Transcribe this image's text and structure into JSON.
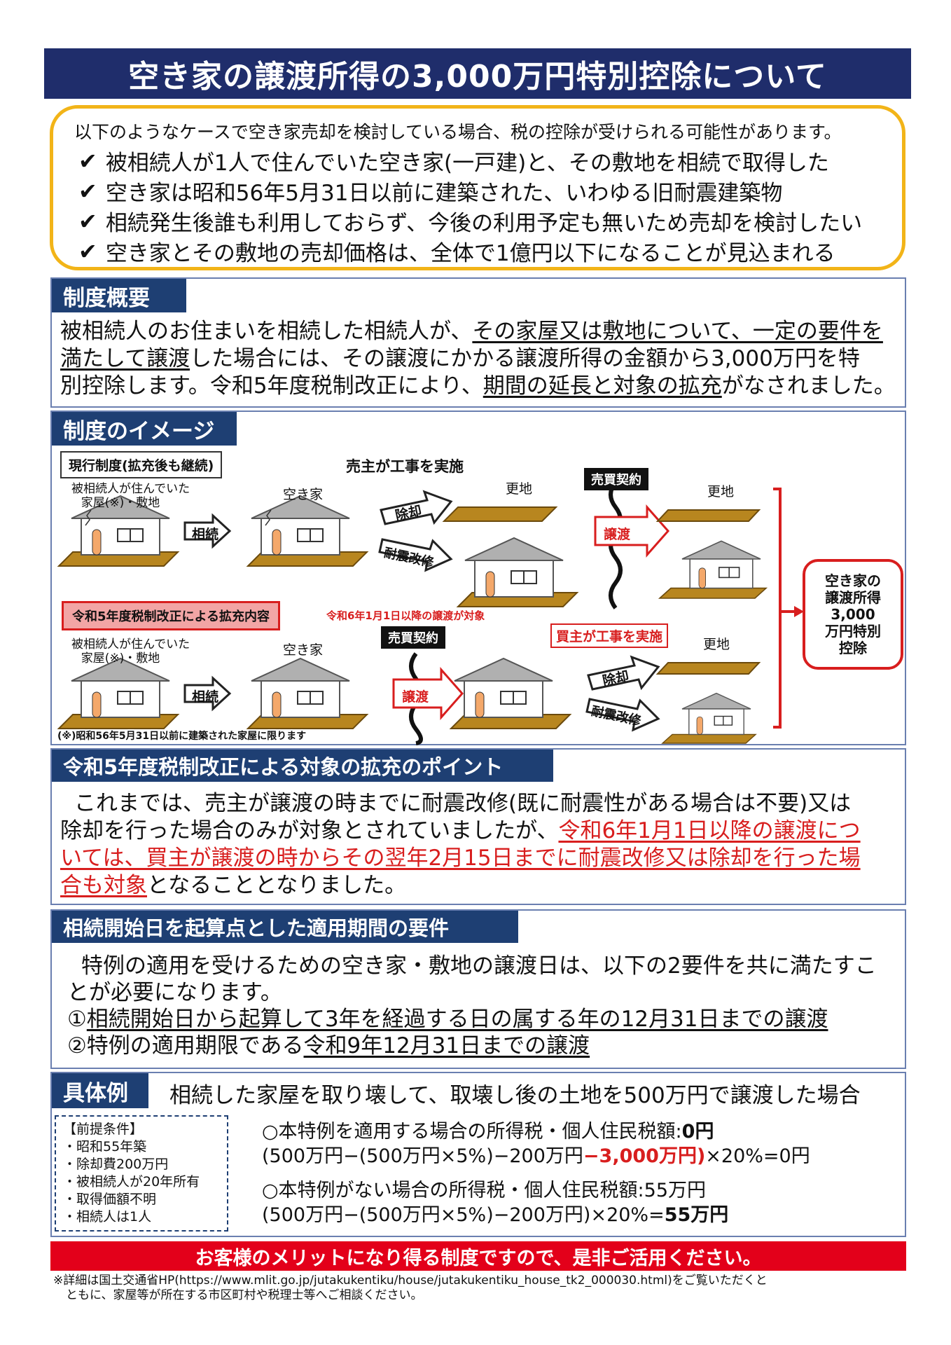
{
  "title": "空き家の譲渡所得の3,000万円特別控除について",
  "cases": {
    "intro": "以下のようなケースで空き家売却を検討している場合、税の控除が受けられる可能性があります。",
    "check_icon": "check-mark",
    "items": [
      "被相続人が1人で住んでいた空き家(一戸建)と、その敷地を相続で取得した",
      "空き家は昭和56年5月31日以前に建築された、いわゆる旧耐震建築物",
      "相続発生後誰も利用しておらず、今後の利用予定も無いため売却を検討したい",
      "空き家とその敷地の売却価格は、全体で1億円以下になることが見込まれる"
    ]
  },
  "overview": {
    "heading": "制度概要",
    "p1": "被相続人のお住まいを相続した相続人が、",
    "p1_u1": "その家屋又は敷地について、一定の要件を",
    "p2_u": "満たして譲渡",
    "p2": "した場合には、その譲渡にかかる譲渡所得の金額から3,000万円を特",
    "p3a": "別控除します。令和5年度税制改正により、",
    "p3_u": "期間の延長と対象の拡充",
    "p3b": "がなされました。"
  },
  "image": {
    "heading": "制度のイメージ",
    "current_label": "現行制度(拡充後も継続)",
    "seller_work": "売主が工事を実施",
    "sale_contract": "売買契約",
    "house_occupied": "被相続人が住んでいた",
    "house_site": "家屋(※)・敷地",
    "vacant_house": "空き家",
    "vacant_land": "更地",
    "inherit": "相続",
    "demolish": "除却",
    "retrofit": "耐震改修",
    "transfer": "譲渡",
    "expansion_label": "令和5年度税制改正による拡充内容",
    "expansion_note": "令和6年1月1日以降の譲渡が対象",
    "buyer_work": "買主が工事を実施",
    "note": "(※)昭和56年5月31日以前に建築された家屋に限ります",
    "result_line1": "空き家の",
    "result_line2": "譲渡所得",
    "result_line3": "3,000",
    "result_line4": "万円特別",
    "result_line5": "控除",
    "colors": {
      "ground": "#b8861f",
      "red": "#d81e1e",
      "navy": "#1e3f73"
    }
  },
  "points": {
    "heading": "令和5年度税制改正による対象の拡充のポイント",
    "l1": "これまでは、売主が譲渡の時までに耐震改修(既に耐震性がある場合は不要)又は",
    "l2a": "除却を行った場合のみが対象とされていましたが、",
    "l2_red": "令和6年1月1日以降の譲渡につ",
    "l3_red": "いては、買主が譲渡の時からその翌年2月15日までに耐震改修又は除却を行った場",
    "l4_red": "合も対象",
    "l4b": "となることとなりました。"
  },
  "period": {
    "heading": "相続開始日を起算点とした適用期間の要件",
    "l1": "特例の適用を受けるための空き家・敷地の譲渡日は、以下の2要件を共に満たすこ",
    "l2": "とが必要になります。",
    "r1_num": "①",
    "r1": "相続開始日から起算して3年を経過する日の属する年の12月31日までの譲渡",
    "r2_num": "②",
    "r2a": "特例の適用期限である",
    "r2_u": "令和9年12月31日までの譲渡"
  },
  "example": {
    "heading": "具体例",
    "title": "相続した家屋を取り壊して、取壊し後の土地を500万円で譲渡した場合",
    "premise_title": "【前提条件】",
    "premises": [
      "・昭和55年築",
      "・除却費200万円",
      "・被相続人が20年所有",
      "・取得価額不明",
      "・相続人は1人"
    ],
    "with_a": "○本特例を適用する場合の所得税・個人住民税額:",
    "with_b": "0円",
    "with_calc_a": "(500万円−(500万円×5%)−200万円",
    "with_calc_red": "−3,000万円)",
    "with_calc_b": "×20%=0円",
    "without": "○本特例がない場合の所得税・個人住民税額:55万円",
    "without_calc_a": "(500万円−(500万円×5%)−200万円)×20%=",
    "without_calc_b": "55万円"
  },
  "footer": {
    "banner": "お客様のメリットになり得る制度ですので、是非ご活用ください。",
    "note1": "※詳細は国土交通省HP(https://www.mlit.go.jp/jutakukentiku/house/jutakukentiku_house_tk2_000030.html)をご覧いただくと",
    "note2": "ともに、家屋等が所在する市区町村や税理士等へご相談ください。"
  }
}
